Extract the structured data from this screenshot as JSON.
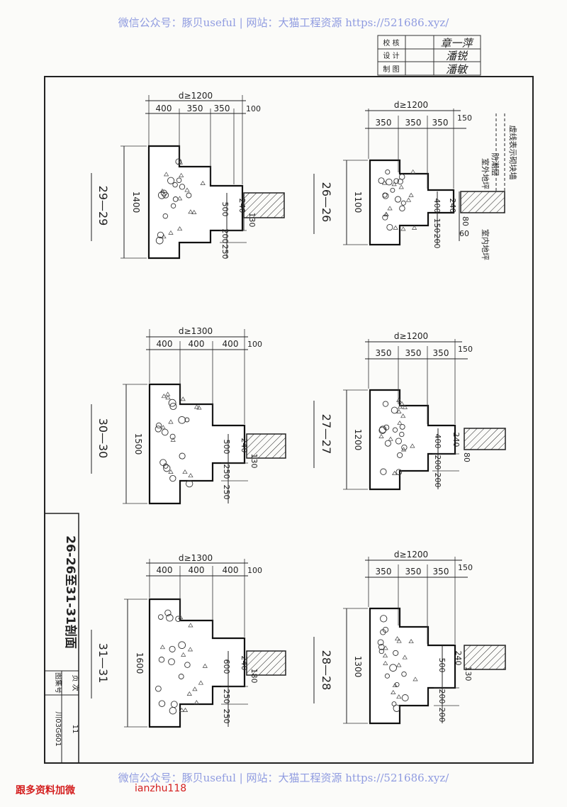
{
  "watermark_top": "微信公众号：豚贝useful | 网站：大猫工程资源 https://521686.xyz/",
  "watermark_bottom": "微信公众号：豚贝useful | 网站：大猫工程资源 https://521686.xyz/",
  "footer_left": "跟多资料加微",
  "footer_mid": "ianzhu118",
  "signoff": {
    "check_label": "校 核",
    "design_label": "设 计",
    "draw_label": "制 图",
    "check_sig": "章一萍",
    "design_sig": "潘锐",
    "draw_sig": "潘敏"
  },
  "titleblock": {
    "title": "26-26至31-31剖面",
    "atlas_label": "图集号",
    "atlas_value": "川03G601",
    "page_label": "页 次",
    "page_value": "11"
  },
  "sections": {
    "s29": {
      "label": "29—29",
      "top": "d≥1200",
      "w1": "400",
      "w2": "350",
      "w3": "350",
      "w4": "100",
      "height": "1400",
      "ws": "500",
      "wall": "240",
      "off": "130",
      "st1": "200",
      "st2": "250"
    },
    "s30": {
      "label": "30—30",
      "top": "d≥1300",
      "w1": "400",
      "w2": "400",
      "w3": "400",
      "w4": "100",
      "height": "1500",
      "ws": "500",
      "wall": "240",
      "off": "130",
      "st1": "250",
      "st2": "250"
    },
    "s31": {
      "label": "31—31",
      "top": "d≥1300",
      "w1": "400",
      "w2": "400",
      "w3": "400",
      "w4": "100",
      "height": "1600",
      "ws": "600",
      "wall": "240",
      "off": "180",
      "st1": "250",
      "st2": "250"
    },
    "s26": {
      "label": "26—26",
      "top": "d≥1200",
      "w1": "350",
      "w2": "350",
      "w3": "350",
      "w4": "150",
      "height": "1100",
      "ws": "400",
      "wall": "240",
      "off": "80",
      "st1": "150",
      "st2": "200",
      "bottom": "60"
    },
    "s27": {
      "label": "27—27",
      "top": "d≥1200",
      "w1": "350",
      "w2": "350",
      "w3": "350",
      "w4": "150",
      "height": "1200",
      "ws": "400",
      "wall": "240",
      "off": "80",
      "st1": "200",
      "st2": "200"
    },
    "s28": {
      "label": "28—28",
      "top": "d≥1200",
      "w1": "350",
      "w2": "350",
      "w3": "350",
      "w4": "150",
      "height": "1300",
      "ws": "500",
      "wall": "240",
      "off": "130",
      "st1": "200",
      "st2": "200"
    }
  },
  "notes": {
    "dashed_wall": "虚线表示砌块墙",
    "damp": "防潮层",
    "outdoor": "室外地坪",
    "indoor": "室内地坪"
  }
}
